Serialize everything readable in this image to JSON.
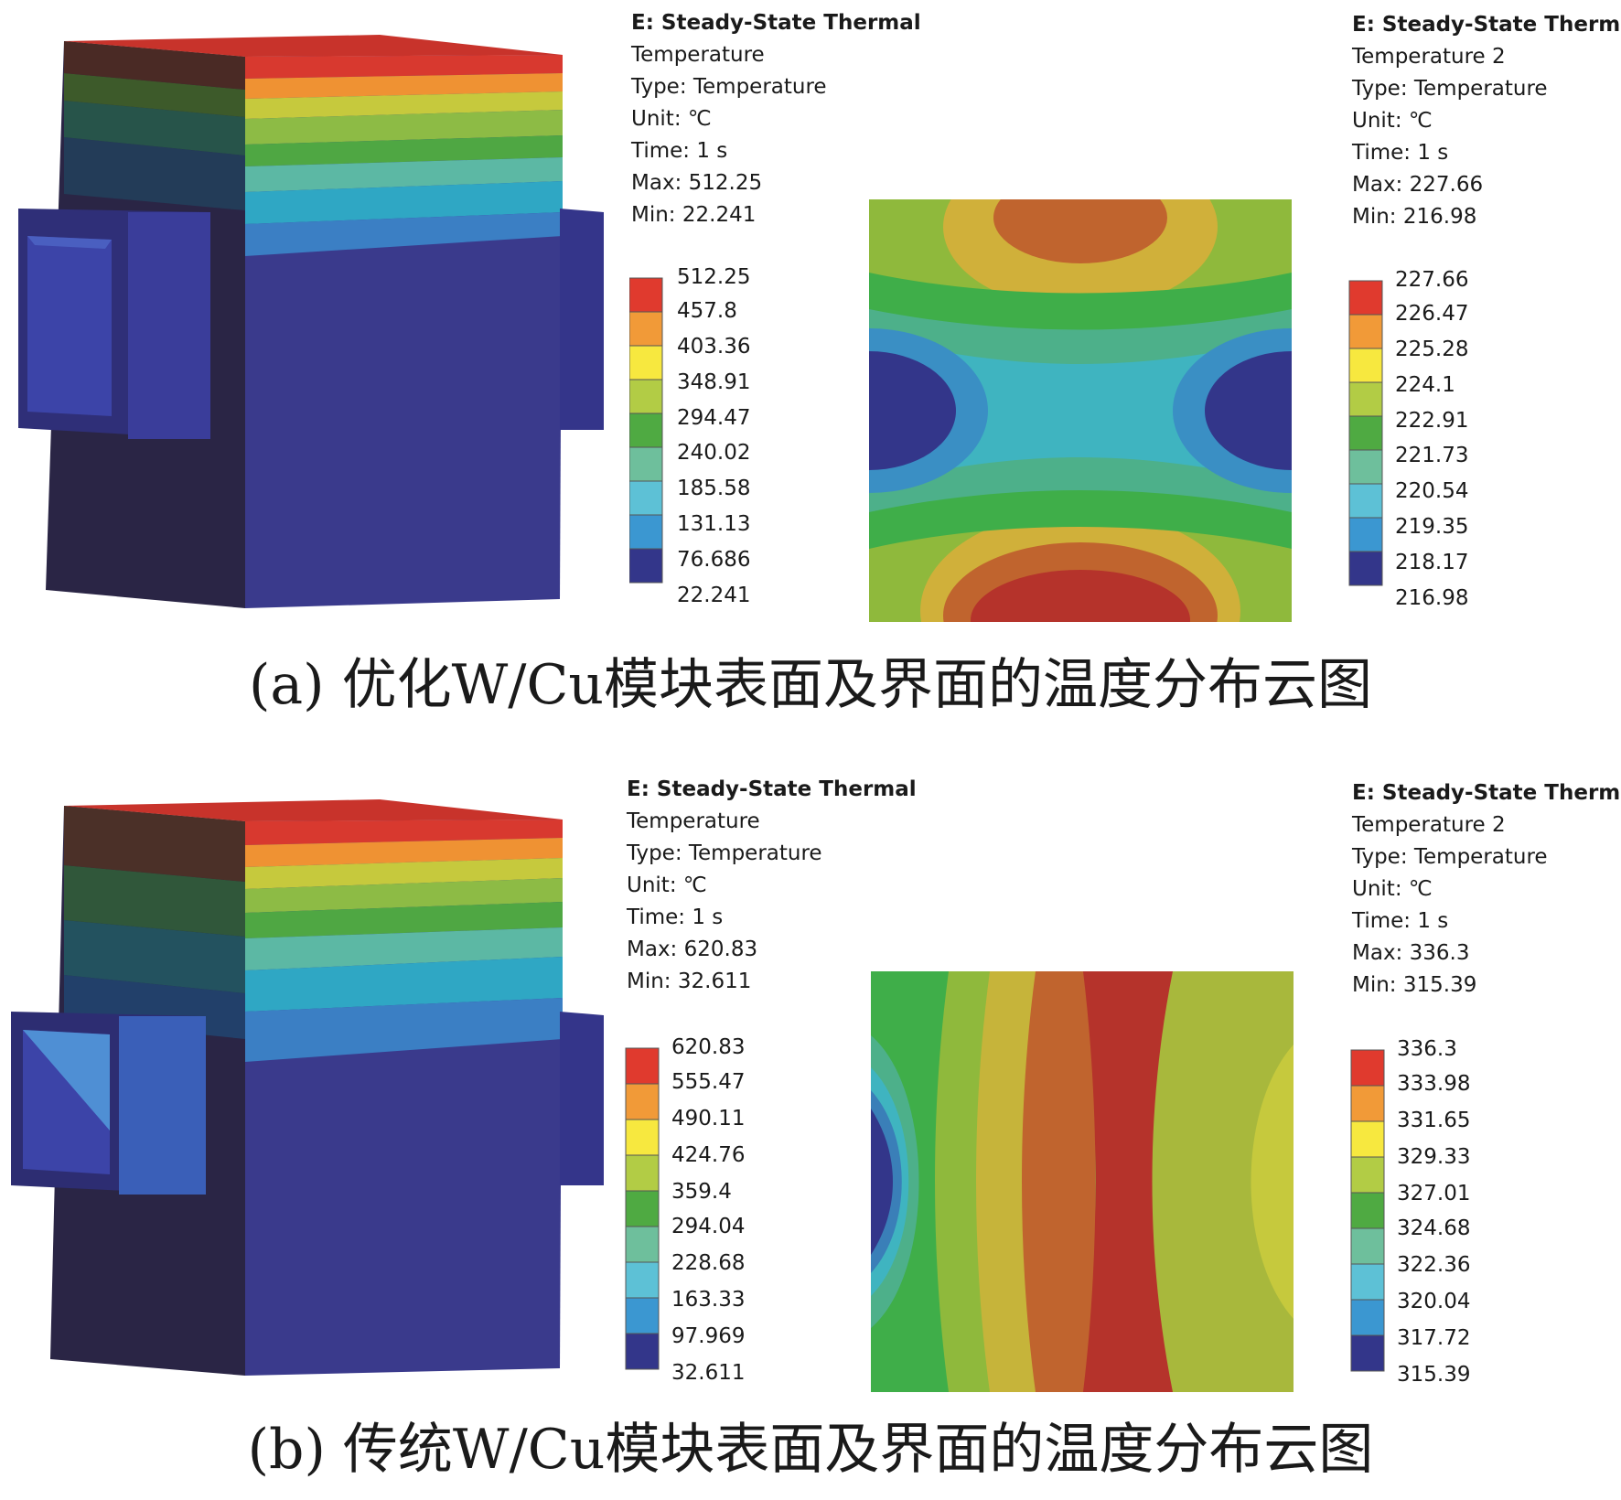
{
  "palette": [
    "#e03a2e",
    "#f19a38",
    "#f7e83f",
    "#b2cc45",
    "#4faa42",
    "#6ebf9c",
    "#5dc1d6",
    "#3b97d1",
    "#33368a"
  ],
  "panels": [
    {
      "id": "a",
      "caption": "(a)  优化W/Cu模块表面及界面的温度分布云图",
      "left": {
        "header": "E: Steady-State Thermal",
        "name": "Temperature",
        "type": "Type: Temperature",
        "unit": "Unit: ℃",
        "time": "Time: 1 s",
        "max": "Max: 512.25",
        "min": "Min: 22.241",
        "legend_values": [
          "512.25",
          "457.8",
          "403.36",
          "348.91",
          "294.47",
          "240.02",
          "185.58",
          "131.13",
          "76.686",
          "22.241"
        ]
      },
      "right": {
        "header": "E: Steady-State Thermal",
        "name": "Temperature 2",
        "type": "Type: Temperature",
        "unit": "Unit: ℃",
        "time": "Time: 1 s",
        "max": "Max: 227.66",
        "min": "Min: 216.98",
        "legend_values": [
          "227.66",
          "226.47",
          "225.28",
          "224.1",
          "222.91",
          "221.73",
          "220.54",
          "219.35",
          "218.17",
          "216.98"
        ]
      }
    },
    {
      "id": "b",
      "caption": "(b)  传统W/Cu模块表面及界面的温度分布云图",
      "left": {
        "header": "E: Steady-State Thermal",
        "name": "Temperature",
        "type": "Type: Temperature",
        "unit": "Unit: ℃",
        "time": "Time: 1 s",
        "max": "Max: 620.83",
        "min": "Min: 32.611",
        "legend_values": [
          "620.83",
          "555.47",
          "490.11",
          "424.76",
          "359.4",
          "294.04",
          "228.68",
          "163.33",
          "97.969",
          "32.611"
        ]
      },
      "right": {
        "header": "E: Steady-State Thermal",
        "name": "Temperature 2",
        "type": "Type: Temperature",
        "unit": "Unit: ℃",
        "time": "Time: 1 s",
        "max": "Max: 336.3",
        "min": "Min: 315.39",
        "legend_values": [
          "336.3",
          "333.98",
          "331.65",
          "329.33",
          "327.01",
          "324.68",
          "322.36",
          "320.04",
          "317.72",
          "315.39"
        ]
      }
    }
  ]
}
